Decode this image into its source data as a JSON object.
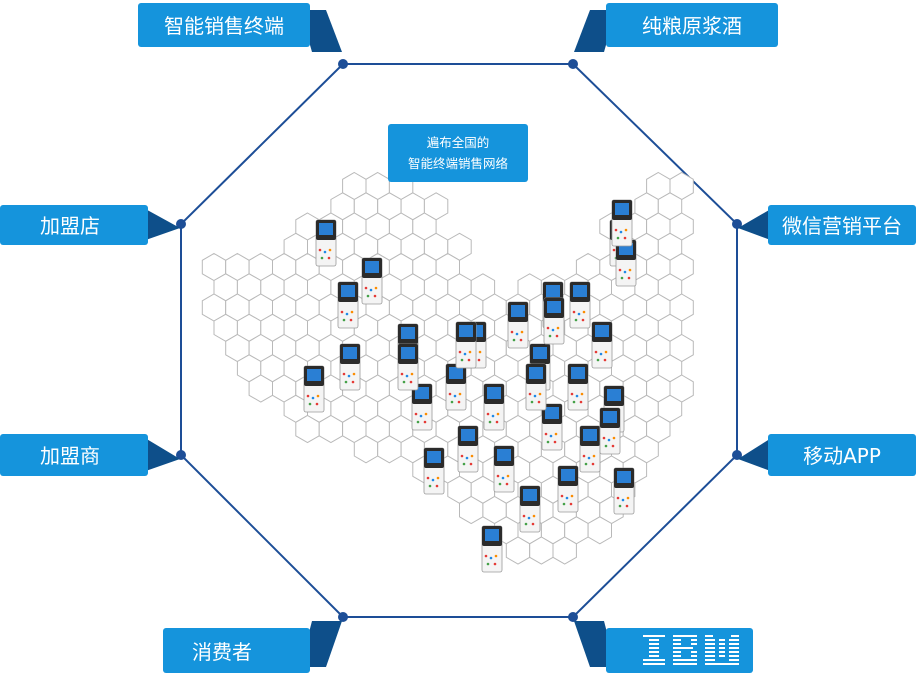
{
  "center_label": {
    "line1": "遍布全国的",
    "line2": "智能终端销售网络"
  },
  "nodes": {
    "top_left": "智能销售终端",
    "top_right": "纯粮原浆酒",
    "left_upper": "加盟店",
    "right_upper": "微信营销平台",
    "left_lower": "加盟商",
    "right_lower": "移动APP",
    "bottom_left": "消费者",
    "bottom_right": "IBM"
  },
  "colors": {
    "box": "#1594dc",
    "box_shadow": "#0e4f8a",
    "line": "#1d4e97",
    "hex_stroke": "#b9b9b9",
    "terminal": "#2a7fd4"
  },
  "terminal_count": 34
}
